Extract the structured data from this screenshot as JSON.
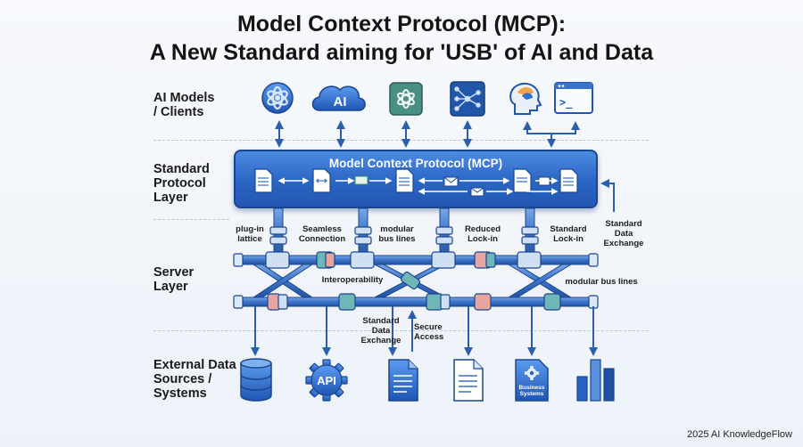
{
  "header": {
    "title_line1": "Model Context Protocol (MCP):",
    "title_line2": "A New Standard aiming for 'USB' of AI and Data"
  },
  "layers": {
    "ai_models": "AI Models\n/ Clients",
    "protocol": "Standard\nProtocol\nLayer",
    "server": "Server\nLayer",
    "external": "External Data\nSources /\nSystems"
  },
  "protocol_box": {
    "title": "Model Context Protocol (MCP)"
  },
  "clients": {
    "ai_badge": "AI",
    "terminal_prompt": ">_"
  },
  "connector_labels": {
    "plugin_lattice": "plug-in\nlattice",
    "seamless_connection": "Seamless\nConnection",
    "modular_bus_lines_top": "modular\nbus lines",
    "reduced_lockin": "Reduced\nLock-in",
    "standard_lockin": "Standard\nLock-in",
    "standard_data_exchange_right": "Standard\nData\nExchange",
    "interoperability": "Interoperability",
    "modular_bus_lines_right": "modular bus lines",
    "standard_data_exchange_bottom": "Standard\nData\nExchange",
    "secure_access": "Secure\nAccess"
  },
  "sources": {
    "api_label": "API",
    "business_systems": "Business\nSystems"
  },
  "footer": {
    "credit": "2025 AI KnowledgeFlow"
  },
  "colors": {
    "primary_blue": "#2b65c4",
    "dark_blue": "#1a468f",
    "pipe_blue": "#3a73c9",
    "connector_teal": "#6fb6b8",
    "connector_pink": "#e8a5a0"
  }
}
